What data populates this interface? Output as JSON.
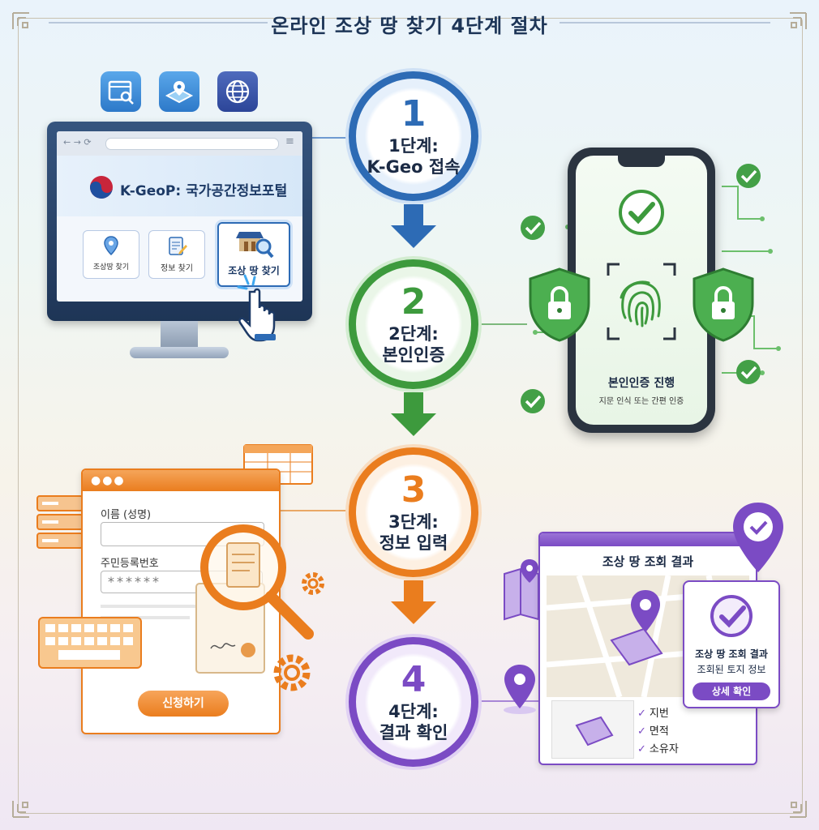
{
  "title": "온라인 조상 땅 찾기 4단계 절차",
  "colors": {
    "step1": "#2d6bb5",
    "step2": "#3d9a3d",
    "step3": "#ea7d1e",
    "step4": "#7b4bc4",
    "background_top": "#eaf3fb",
    "background_bottom": "#efe7f3"
  },
  "steps": [
    {
      "number": "1",
      "label_line1": "1단계:",
      "label_line2": "K-Geo 접속"
    },
    {
      "number": "2",
      "label_line1": "2단계:",
      "label_line2": "본인인증"
    },
    {
      "number": "3",
      "label_line1": "3단계:",
      "label_line2": "정보 입력"
    },
    {
      "number": "4",
      "label_line1": "4단계:",
      "label_line2": "결과 확인"
    }
  ],
  "panel1": {
    "icons": [
      "browser-search-icon",
      "map-icon",
      "globe-icon"
    ],
    "portal_title": "K-GeoP: 국가공간정보포털",
    "tiles": [
      "조상땅 찾기",
      "정보 찾기",
      "조상 땅 찾기"
    ]
  },
  "panel2": {
    "status_title": "본인인증 진행",
    "status_sub": "지문 인식 또는 간편 인증"
  },
  "panel3": {
    "name_label": "이름 (성명)",
    "id_label": "주민등록번호",
    "id_placeholder": "******",
    "submit_label": "신청하기"
  },
  "panel4": {
    "header": "조상 땅 조회 결과",
    "popup_line1": "조상 땅 조회 결과",
    "popup_line2": "조회된 토지 정보",
    "popup_button": "상세 확인",
    "checklist": [
      "지번",
      "면적",
      "소유자"
    ]
  }
}
